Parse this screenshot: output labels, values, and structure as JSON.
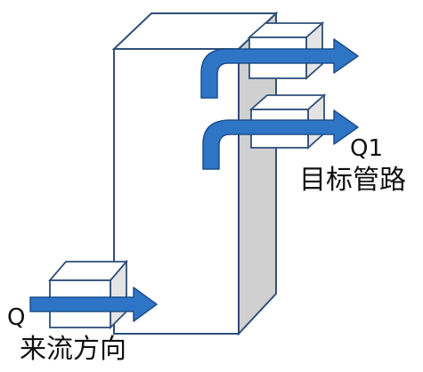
{
  "labels": {
    "inflow_symbol": "Q",
    "outflow_symbol": "Q1",
    "outflow_caption": "目标管路",
    "inflow_caption": "来流方向"
  },
  "colors": {
    "outline": "#2f4f7a",
    "arrow_fill": "#2e75c6",
    "arrow_stroke": "#1f4e8c",
    "side_face": "#d0d0d0",
    "front_face": "#ffffff"
  }
}
